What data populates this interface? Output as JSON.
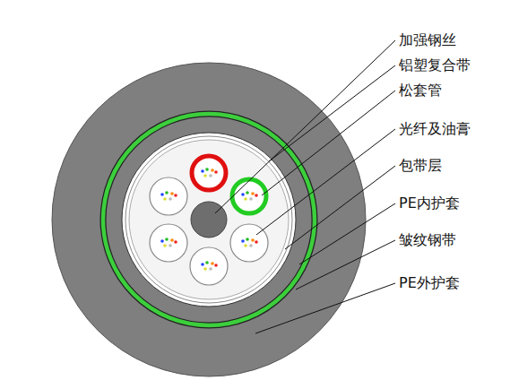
{
  "diagram": {
    "labels": [
      "加强钢丝",
      "铝塑复合带",
      "松套管",
      "光纤及油膏",
      "包带层",
      "PE内护套",
      "皱纹钢带",
      "PE外护套"
    ]
  }
}
